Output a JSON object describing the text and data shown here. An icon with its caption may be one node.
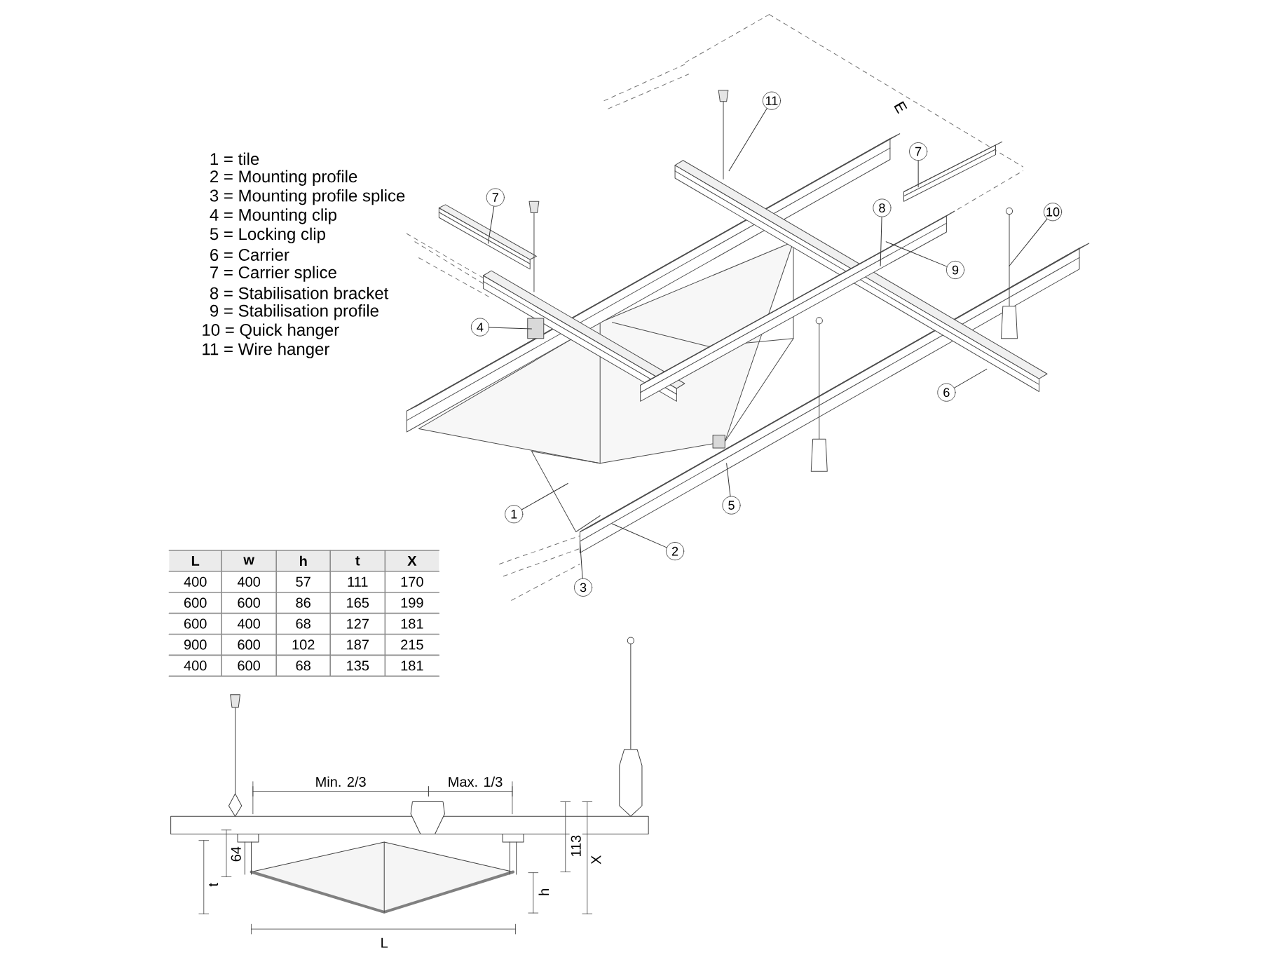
{
  "diagram": {
    "nodes": [
      {
        "text": [
          "11"
        ]
      },
      {
        "text": [
          "7"
        ]
      },
      {
        "text": [
          "7"
        ]
      },
      {
        "text": [
          "8"
        ]
      },
      {
        "text": [
          "10"
        ]
      },
      {
        "text": [
          "9"
        ]
      },
      {
        "text": [
          "4"
        ]
      },
      {
        "text": [
          "6"
        ]
      },
      {
        "text": [
          "5"
        ]
      },
      {
        "text": [
          "1"
        ]
      },
      {
        "text": [
          "2"
        ]
      },
      {
        "text": [
          "3"
        ]
      }
    ],
    "edges": [
      {
        "from": 0,
        "to": null,
        "arrow": "none"
      },
      {
        "from": 1,
        "to": null,
        "arrow": "none"
      },
      {
        "from": 2,
        "to": null,
        "arrow": "none"
      },
      {
        "from": 3,
        "to": null,
        "arrow": "none"
      },
      {
        "from": 4,
        "to": null,
        "arrow": "none"
      },
      {
        "from": 5,
        "to": null,
        "arrow": "none"
      },
      {
        "from": 6,
        "to": null,
        "arrow": "none"
      },
      {
        "from": 7,
        "to": null,
        "arrow": "none"
      },
      {
        "from": 8,
        "to": null,
        "arrow": "none"
      },
      {
        "from": 9,
        "to": null,
        "arrow": "none"
      },
      {
        "from": 10,
        "to": null,
        "arrow": "none"
      },
      {
        "from": 11,
        "to": null,
        "arrow": "none"
      }
    ],
    "labels": [
      "1 = tile",
      "2 = Mounting profile",
      "3 = Mounting profile splice",
      "4 = Mounting clip",
      "5 = Locking clip",
      "6 = Carrier",
      "7 = Carrier splice",
      "8 = Stabilisation bracket",
      "9 = Stabilisation profile",
      "10 = Quick hanger",
      "11 = Wire hanger",
      "E",
      "L",
      "w",
      "h",
      "t",
      "X",
      "400",
      "400",
      "57",
      "111",
      "170",
      "600",
      "600",
      "86",
      "165",
      "199",
      "600",
      "400",
      "68",
      "127",
      "181",
      "900",
      "600",
      "102",
      "187",
      "215",
      "400",
      "600",
      "68",
      "135",
      "181",
      "Min. 2/3",
      "Max. 1/3",
      "64",
      "t",
      "113",
      "X",
      "h",
      "L"
    ]
  }
}
